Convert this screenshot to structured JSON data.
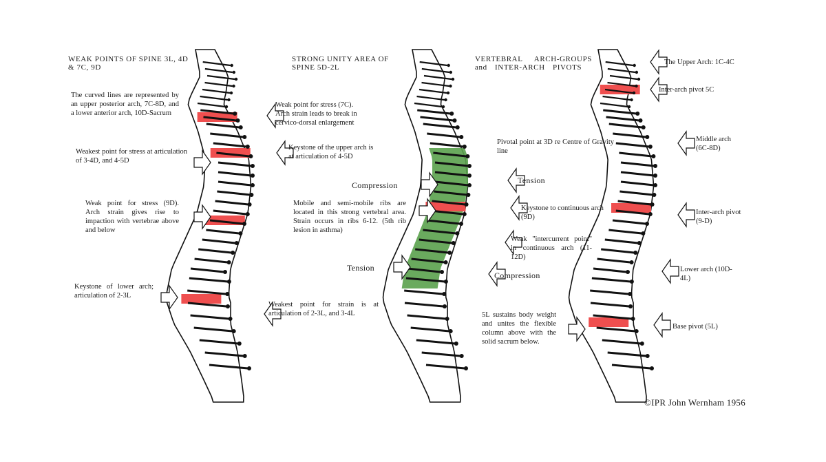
{
  "colors": {
    "stress": "#ef4f4f",
    "unity": "#5aa14c",
    "bone": "#111111"
  },
  "icons": [
    "arrow-right-icon",
    "arrow-left-icon"
  ],
  "headings": {
    "left": "WEAK POINTS OF SPINE 3L, 4D & 7C, 9D",
    "middle": "STRONG UNITY AREA OF SPINE 5D-2L",
    "right": "VERTEBRAL ARCH-GROUPS and INTER-ARCH PIVOTS"
  },
  "left": {
    "curved": "The curved lines are represented by an upper posterior arch, 7C-8D, and a lower anterior arch, 10D-Sacrum",
    "weakest_stress": "Weakest point for stress at articulation of 3-4D, and 4-5D",
    "weak_9d": "Weak point for stress (9D). Arch strain gives rise to impaction with vertebrae above and below",
    "keystone_lower": "Keystone of lower arch; articulation of 2-3L",
    "weak_7c": "Weak point for stress (7C). Arch strain leads to break in cervico-dorsal enlargement",
    "keystone_upper": "Keystone of the upper arch is at articulation of 4-5D",
    "weakest_strain": "Weakest point for strain is at articulation of 2-3L, and 3-4L"
  },
  "middle": {
    "pivotal": "Pivotal point at 3D re Centre of Gravity line",
    "compression_top": "Compression",
    "tension_top": "Tension",
    "mobile_ribs": "Mobile and semi-mobile ribs are located in this strong vertebral area. Strain occurs in ribs 6-12. (5th rib lesion in asthma)",
    "keystone_cont": "Keystone to continuous arch (9D)",
    "weak_intercurrent": "Weak \"intercurrent point\" in continuous arch (11-12D)",
    "tension_bottom": "Tension",
    "compression_bottom": "Compression",
    "five_l": "5L sustains body weight and unites the flexible column above with the solid sacrum below."
  },
  "right": {
    "upper_arch": "The Upper Arch: 1C-4C",
    "inter_pivot_5c": "Inter-arch pivot 5C",
    "middle_arch": "Middle arch (6C-8D)",
    "inter_pivot_9d": "Inter-arch pivot (9-D)",
    "lower_arch": "Lower arch (10D-4L)",
    "base_pivot": "Base pivot (5L)"
  },
  "copyright": "©IPR John Wernham 1956"
}
